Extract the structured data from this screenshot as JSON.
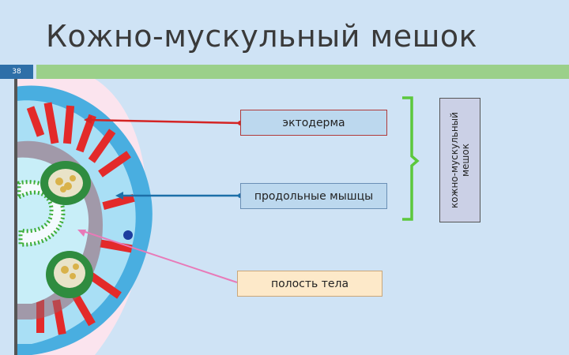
{
  "slide": {
    "title": "Кожно-мускульный мешок",
    "number": "38"
  },
  "labels": {
    "ectoderm": "эктодерма",
    "longitudinal_muscles": "продольные мышцы",
    "body_cavity": "полость тела",
    "group_line1": "кожно-мускульный",
    "group_line2": "мешок"
  },
  "colors": {
    "ectoderm_arrow": "#d42424",
    "muscle_arrow": "#1c6fa8",
    "cavity_arrow": "#e87ab8",
    "bracket": "#5cc83c"
  }
}
